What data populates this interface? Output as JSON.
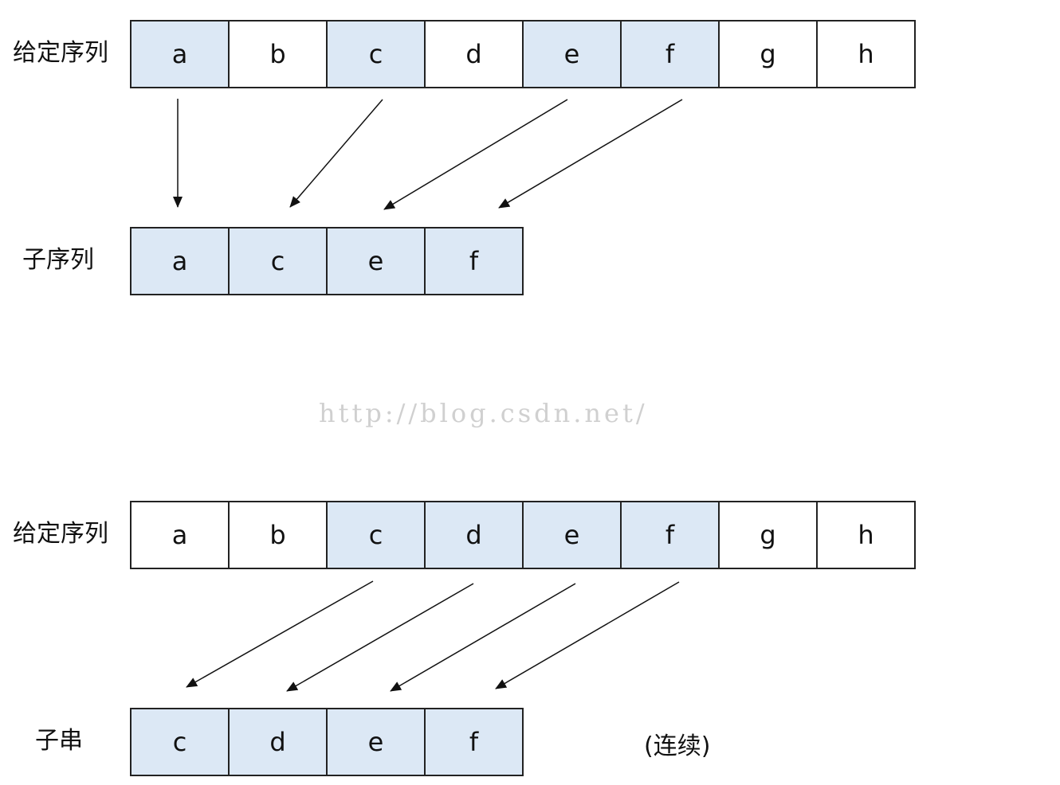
{
  "section1": {
    "seq_label": "给定序列",
    "seq": [
      {
        "t": "a",
        "hl": true
      },
      {
        "t": "b",
        "hl": false
      },
      {
        "t": "c",
        "hl": true
      },
      {
        "t": "d",
        "hl": false
      },
      {
        "t": "e",
        "hl": true
      },
      {
        "t": "f",
        "hl": true
      },
      {
        "t": "g",
        "hl": false
      },
      {
        "t": "h",
        "hl": false
      }
    ],
    "sub_label": "子序列",
    "sub": [
      {
        "t": "a",
        "hl": true
      },
      {
        "t": "c",
        "hl": true
      },
      {
        "t": "e",
        "hl": true
      },
      {
        "t": "f",
        "hl": true
      }
    ]
  },
  "watermark": "http://blog.csdn.net/",
  "section2": {
    "seq_label": "给定序列",
    "seq": [
      {
        "t": "a",
        "hl": false
      },
      {
        "t": "b",
        "hl": false
      },
      {
        "t": "c",
        "hl": true
      },
      {
        "t": "d",
        "hl": true
      },
      {
        "t": "e",
        "hl": true
      },
      {
        "t": "f",
        "hl": true
      },
      {
        "t": "g",
        "hl": false
      },
      {
        "t": "h",
        "hl": false
      }
    ],
    "sub_label": "子串",
    "sub": [
      {
        "t": "c",
        "hl": true
      },
      {
        "t": "d",
        "hl": true
      },
      {
        "t": "e",
        "hl": true
      },
      {
        "t": "f",
        "hl": true
      }
    ],
    "note": "(连续)"
  }
}
